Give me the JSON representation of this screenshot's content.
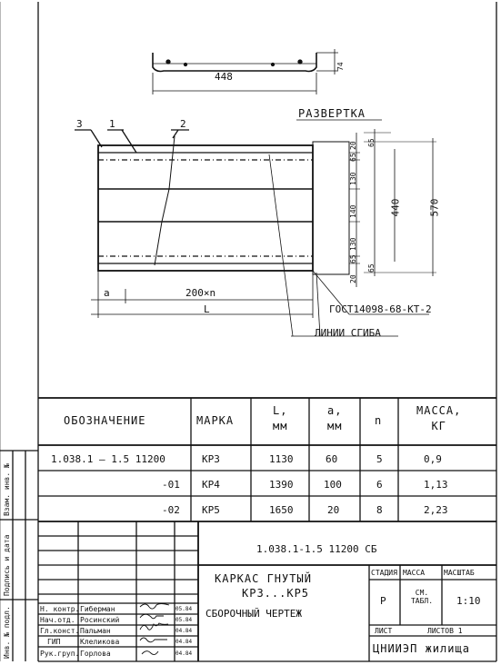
{
  "drawing": {
    "width_dim": "448",
    "height_dim": "74",
    "razvertka_label": "Развертка",
    "callouts": [
      "3",
      "1",
      "2"
    ],
    "dim_right_small": [
      "20",
      "65",
      "130",
      "140",
      "130",
      "65",
      "20"
    ],
    "dim_right_outer": "65",
    "dim_right_outer_bottom": "65",
    "dim_440": "440",
    "dim_570": "570",
    "dim_a": "a",
    "dim_200n": "200×n",
    "dim_L": "L",
    "gost": "ГОСТ14098-68-КТ-2",
    "fold_lines": "линии сгиба"
  },
  "table": {
    "headers": [
      "Обозначение",
      "Марка",
      "L,\nмм",
      "a,\nмм",
      "n",
      "Масса,\nкг"
    ],
    "rows": [
      {
        "designation": "1.038.1 – 1.5  11200",
        "mark": "КР3",
        "L": "1130",
        "a": "60",
        "n": "5",
        "mass": "0,9"
      },
      {
        "designation": "-01",
        "mark": "КР4",
        "L": "1390",
        "a": "100",
        "n": "6",
        "mass": "1,13"
      },
      {
        "designation": "-02",
        "mark": "КР5",
        "L": "1650",
        "a": "20",
        "n": "8",
        "mass": "2,23"
      }
    ]
  },
  "side_strip": [
    "Инв. № подл.",
    "Подпись и дата",
    "Взам. инв. №"
  ],
  "title_block": {
    "code": "1.038.1-1.5   11200 СБ",
    "title_line1": "Каркас гнутый",
    "title_line2": "КР3...КР5",
    "title_line3": "Сборочный чертеж",
    "stage_hdr": "Стадия",
    "mass_hdr": "Масса",
    "scale_hdr": "Масштаб",
    "stage": "Р",
    "mass": "см. табл.",
    "scale": "1:10",
    "sheet": "Лист",
    "sheets": "Листов 1",
    "org": "ЦНИИЭП жилища",
    "roles": [
      {
        "role": "Н. контр.",
        "name": "Гиберман",
        "date": "05.84"
      },
      {
        "role": "Нач.отд.",
        "name": "Росинский",
        "date": "05.84"
      },
      {
        "role": "Гл.конст.",
        "name": "Пальман",
        "date": "04.84"
      },
      {
        "role": "ГИП",
        "name": "Клеликова",
        "date": "04.84"
      },
      {
        "role": "Рук.груп.",
        "name": "Горлова",
        "date": "04.84"
      }
    ]
  }
}
